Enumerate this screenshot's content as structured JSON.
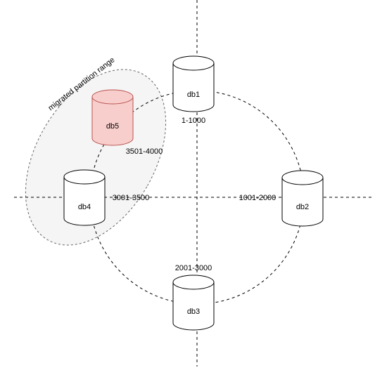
{
  "ellipse_label": "migrated partition range",
  "nodes": {
    "db1": {
      "label": "db1",
      "range": "1-1000"
    },
    "db2": {
      "label": "db2",
      "range": "1001-2000"
    },
    "db3": {
      "label": "db3",
      "range": "2001-3000"
    },
    "db4": {
      "label": "db4",
      "range": "3001-3500"
    },
    "db5": {
      "label": "db5",
      "range": "3501-4000",
      "fill": "#f8cecc",
      "stroke": "#b85450"
    }
  },
  "colors": {
    "stroke": "#000000",
    "highlight_region": "#f5f5f5",
    "highlight_region_stroke": "#666666"
  }
}
